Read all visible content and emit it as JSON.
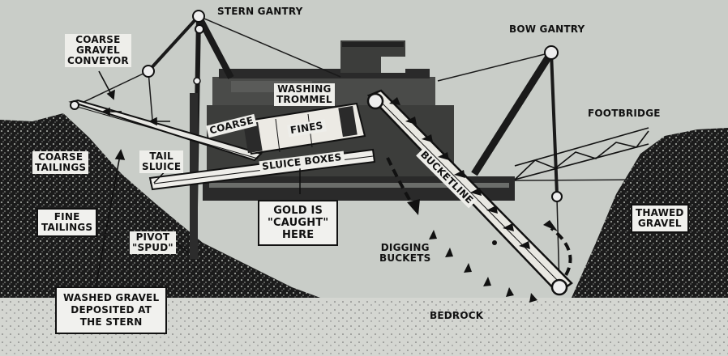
{
  "labels": {
    "stern_gantry": "STERN GANTRY",
    "bow_gantry": "BOW GANTRY",
    "coarse_gravel_conveyor": "COARSE\nGRAVEL\nCONVEYOR",
    "washing_trommel": "WASHING\nTROMMEL",
    "coarse": "COARSE",
    "fines": "FINES",
    "footbridge": "FOOTBRIDGE",
    "coarse_tailings": "COARSE\nTAILINGS",
    "tail_sluice": "TAIL\nSLUICE",
    "sluice_boxes": "SLUICE BOXES",
    "bucketline": "BUCKETLINE",
    "fine_tailings": "FINE\nTAILINGS",
    "gold_caught": "GOLD IS\n\"CAUGHT\"\nHERE",
    "thawed_gravel": "THAWED\nGRAVEL",
    "pivot_spud": "PIVOT\n\"SPUD\"",
    "digging_buckets": "DIGGING\nBUCKETS",
    "washed_gravel": "WASHED GRAVEL\nDEPOSITED AT\nTHE STERN",
    "bedrock": "BEDROCK"
  }
}
